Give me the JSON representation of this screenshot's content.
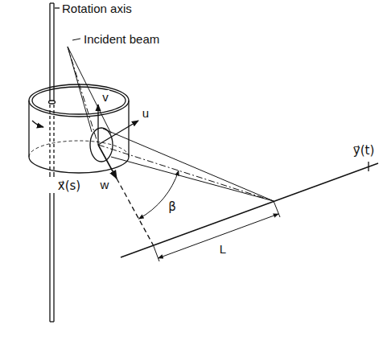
{
  "diagram": {
    "labels": [
      "Rotation axis",
      "Incident beam",
      "v",
      "u",
      "w",
      "x⃗(s)",
      "y⃗(t)",
      "β",
      "L"
    ]
  }
}
